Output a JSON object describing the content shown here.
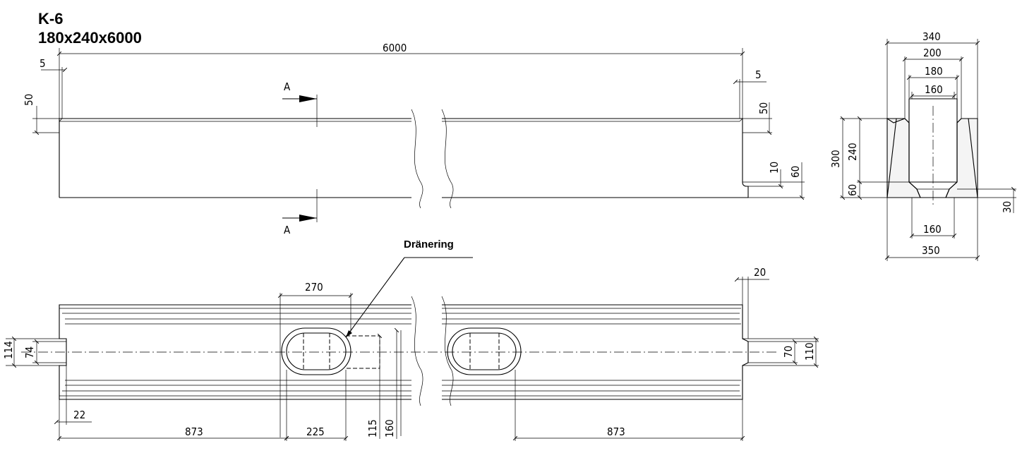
{
  "title": {
    "code": "K-6",
    "size": "180x240x6000"
  },
  "section_mark": "A",
  "drainage_label": "Dränering",
  "dims": {
    "side": {
      "length": "6000",
      "left_top": "5",
      "left_h": "50",
      "right_top": "5",
      "right_h": "50",
      "right_step": "10",
      "right_total": "60"
    },
    "plan": {
      "slot_w": "270",
      "end_gap": "20",
      "left_outer": "114",
      "left_inner": "74",
      "right_inner": "70",
      "right_outer": "110",
      "end_off": "22",
      "left_dist": "873",
      "slot_pitch": "225",
      "h115": "115",
      "h160": "160",
      "right_dist": "873"
    },
    "section": {
      "w340": "340",
      "w200": "200",
      "w180": "180",
      "w160": "160",
      "h300": "300",
      "h240": "240",
      "h60": "60",
      "h30": "30",
      "b160": "160",
      "b350": "350"
    }
  }
}
